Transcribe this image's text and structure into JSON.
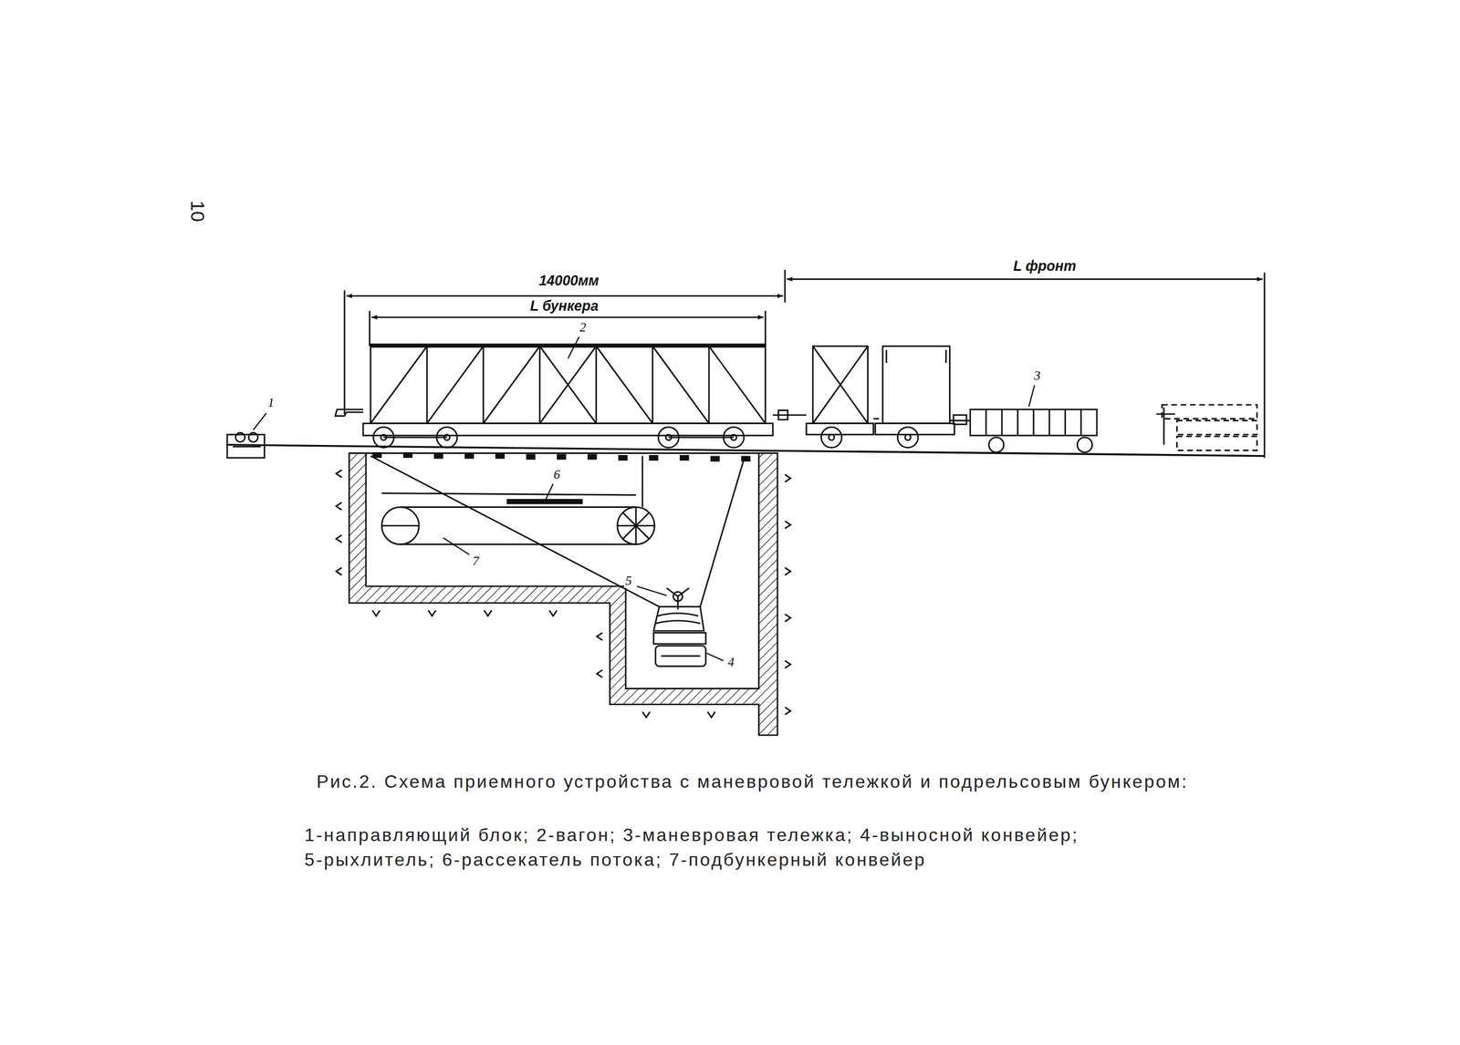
{
  "diagram": {
    "caption": "Рис.2. Схема приемного устройства с маневровой тележкой и подрельсовым бункером:",
    "labels": [
      "10",
      "14000мм",
      "L фронт",
      "L бункера",
      "1",
      "2",
      "3",
      "6",
      "7",
      "5",
      "4",
      "1-направляющий блок; 2-вагон; 3-маневровая тележка; 4-выносной конвейер;",
      "5-рыхлитель; 6-рассекатель потока; 7-подбункерный конвейер"
    ]
  }
}
